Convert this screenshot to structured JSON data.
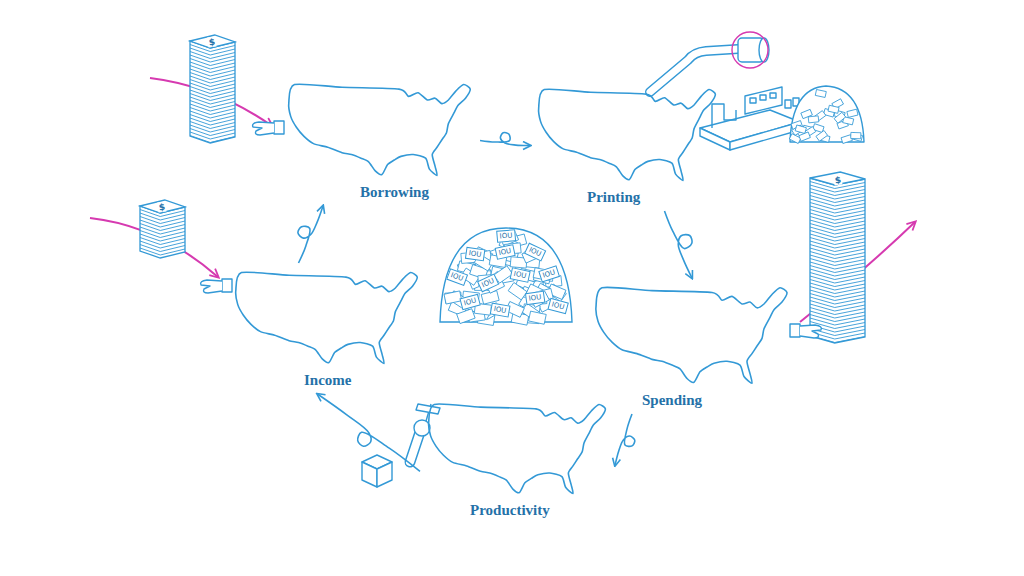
{
  "diagram": {
    "nodes": [
      {
        "text": [
          "Borrowing"
        ]
      },
      {
        "text": [
          "Printing"
        ]
      },
      {
        "text": [
          "Spending"
        ]
      },
      {
        "text": [
          "Productivity"
        ]
      },
      {
        "text": [
          "Income"
        ]
      }
    ],
    "edges": [
      {
        "from": 0,
        "to": 1,
        "arrow": "to"
      },
      {
        "from": 1,
        "to": 2,
        "arrow": "to"
      },
      {
        "from": 2,
        "to": 3,
        "arrow": "to"
      },
      {
        "from": 3,
        "to": 4,
        "arrow": "to"
      },
      {
        "from": 4,
        "to": 0,
        "arrow": "to"
      }
    ],
    "labels": [
      "$",
      "$",
      "$",
      "IOU",
      "IOU",
      "IOU",
      "IOU",
      "IOU",
      "IOU",
      "IOU",
      "IOU",
      "IOU",
      "IOU",
      "IOU",
      "IOU"
    ]
  }
}
